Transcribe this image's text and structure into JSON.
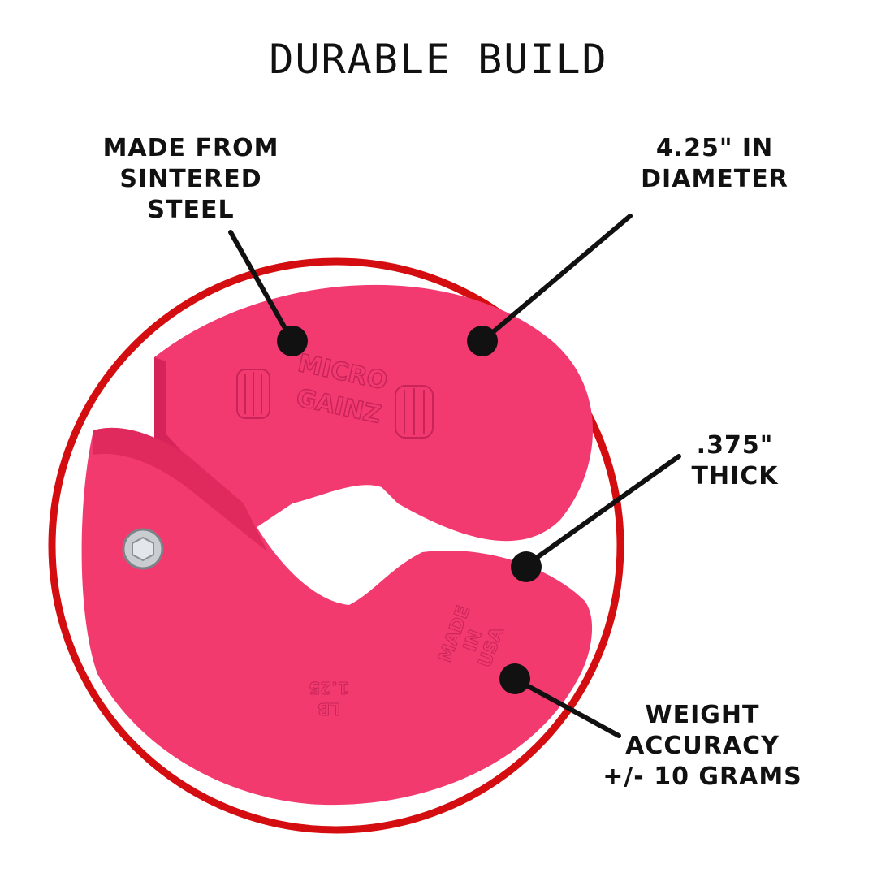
{
  "headline": "DURABLE BUILD",
  "callouts": {
    "material": [
      "MADE FROM",
      "SINTERED",
      "STEEL"
    ],
    "diameter": [
      "4.25\" IN",
      "DIAMETER"
    ],
    "thickness": [
      ".375\"",
      "THICK"
    ],
    "accuracy": [
      "WEIGHT",
      "ACCURACY",
      "+/- 10 GRAMS"
    ]
  },
  "plate_markings": {
    "brand_line1": "MICRO",
    "brand_line2": "GAINZ",
    "weight": "1.25",
    "unit": "LB",
    "origin": [
      "MADE",
      "IN",
      "USA"
    ]
  },
  "colors": {
    "plate": "#f5336b",
    "ring": "#d40d10",
    "ink": "#111111"
  }
}
